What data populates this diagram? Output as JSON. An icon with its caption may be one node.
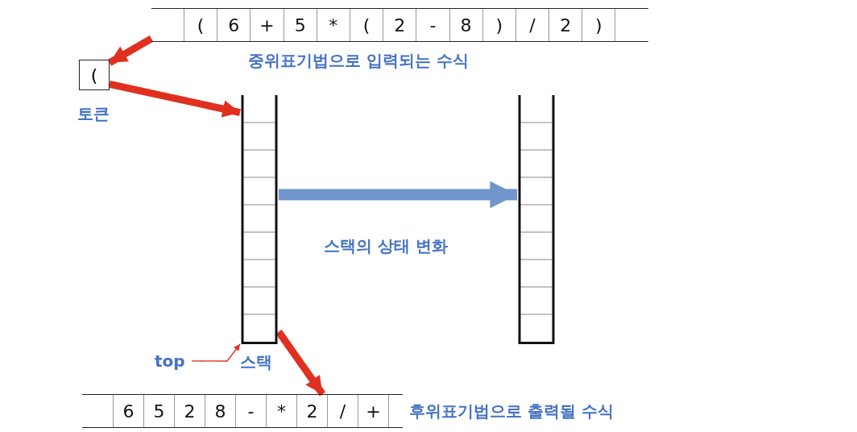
{
  "diagram": {
    "nodes": [
      {
        "text": [
          "(",
          "6",
          "+",
          "5",
          "*",
          "(",
          "2",
          "-",
          "8",
          ")",
          "/",
          "2",
          ")"
        ],
        "beside": [
          "중위표기법으로 입력되는 수식"
        ]
      },
      {
        "text": [
          "("
        ],
        "beside": [
          "토큰"
        ]
      },
      {
        "text": [],
        "shape": "box",
        "beside": [
          "스택"
        ]
      },
      {
        "text": [],
        "shape": "box"
      },
      {
        "text": [
          "6",
          "5",
          "2",
          "8",
          "-",
          "*",
          "2",
          "/",
          "+"
        ],
        "beside": [
          "후위표기법으로 출력될 수식"
        ]
      },
      {
        "text": [
          "top"
        ]
      }
    ],
    "edges": [
      {
        "from": 0,
        "to": 1,
        "arrow": "to",
        "color": "#e03020"
      },
      {
        "from": 1,
        "to": 2,
        "arrow": "to",
        "color": "#e03020"
      },
      {
        "from": 2,
        "to": 4,
        "arrow": "to",
        "color": "#e03020"
      },
      {
        "from": 2,
        "to": 3,
        "arrow": "to",
        "color": "#7095cc",
        "label": "스택의 상태 변화"
      },
      {
        "from": 5,
        "to": 2,
        "arrow": "to",
        "color": "#e03020"
      }
    ]
  }
}
